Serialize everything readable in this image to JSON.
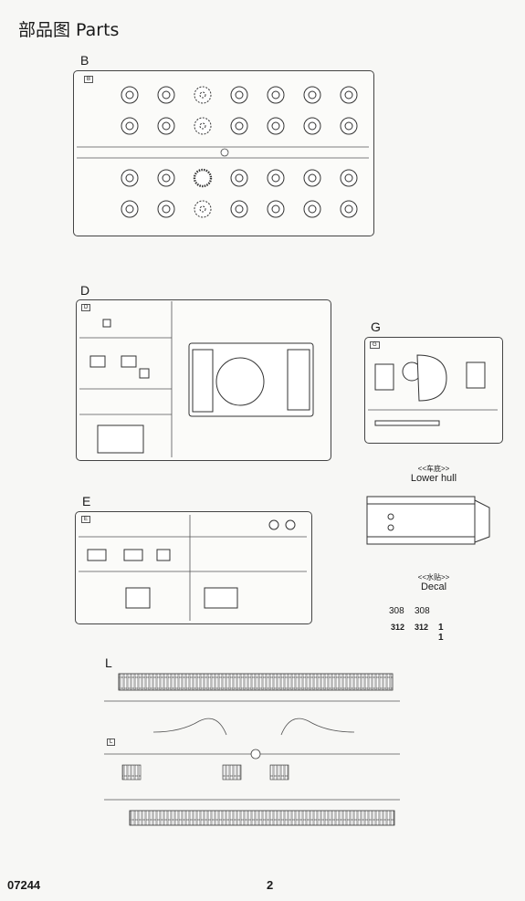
{
  "page": {
    "title": "部品图  Parts",
    "product_code": "07244",
    "page_number": "2"
  },
  "sprues": {
    "B": {
      "label": "B",
      "tag": "B"
    },
    "D": {
      "label": "D",
      "tag": "D"
    },
    "G": {
      "label": "G",
      "tag": "G"
    },
    "E": {
      "label": "E",
      "tag": "E"
    },
    "L": {
      "label": "L",
      "tag": "L"
    }
  },
  "lower_hull": {
    "caption_cn": "<<车底>>",
    "caption_en": "Lower hull"
  },
  "decal": {
    "caption_cn": "<<水贴>>",
    "caption_en": "Decal",
    "numbers": [
      "308",
      "308",
      "312",
      "312",
      "1",
      "1"
    ]
  },
  "icons": {
    "road_wheel": "road-wheel-icon",
    "sprocket": "sprocket-icon",
    "track_link": "track-link-icon"
  }
}
